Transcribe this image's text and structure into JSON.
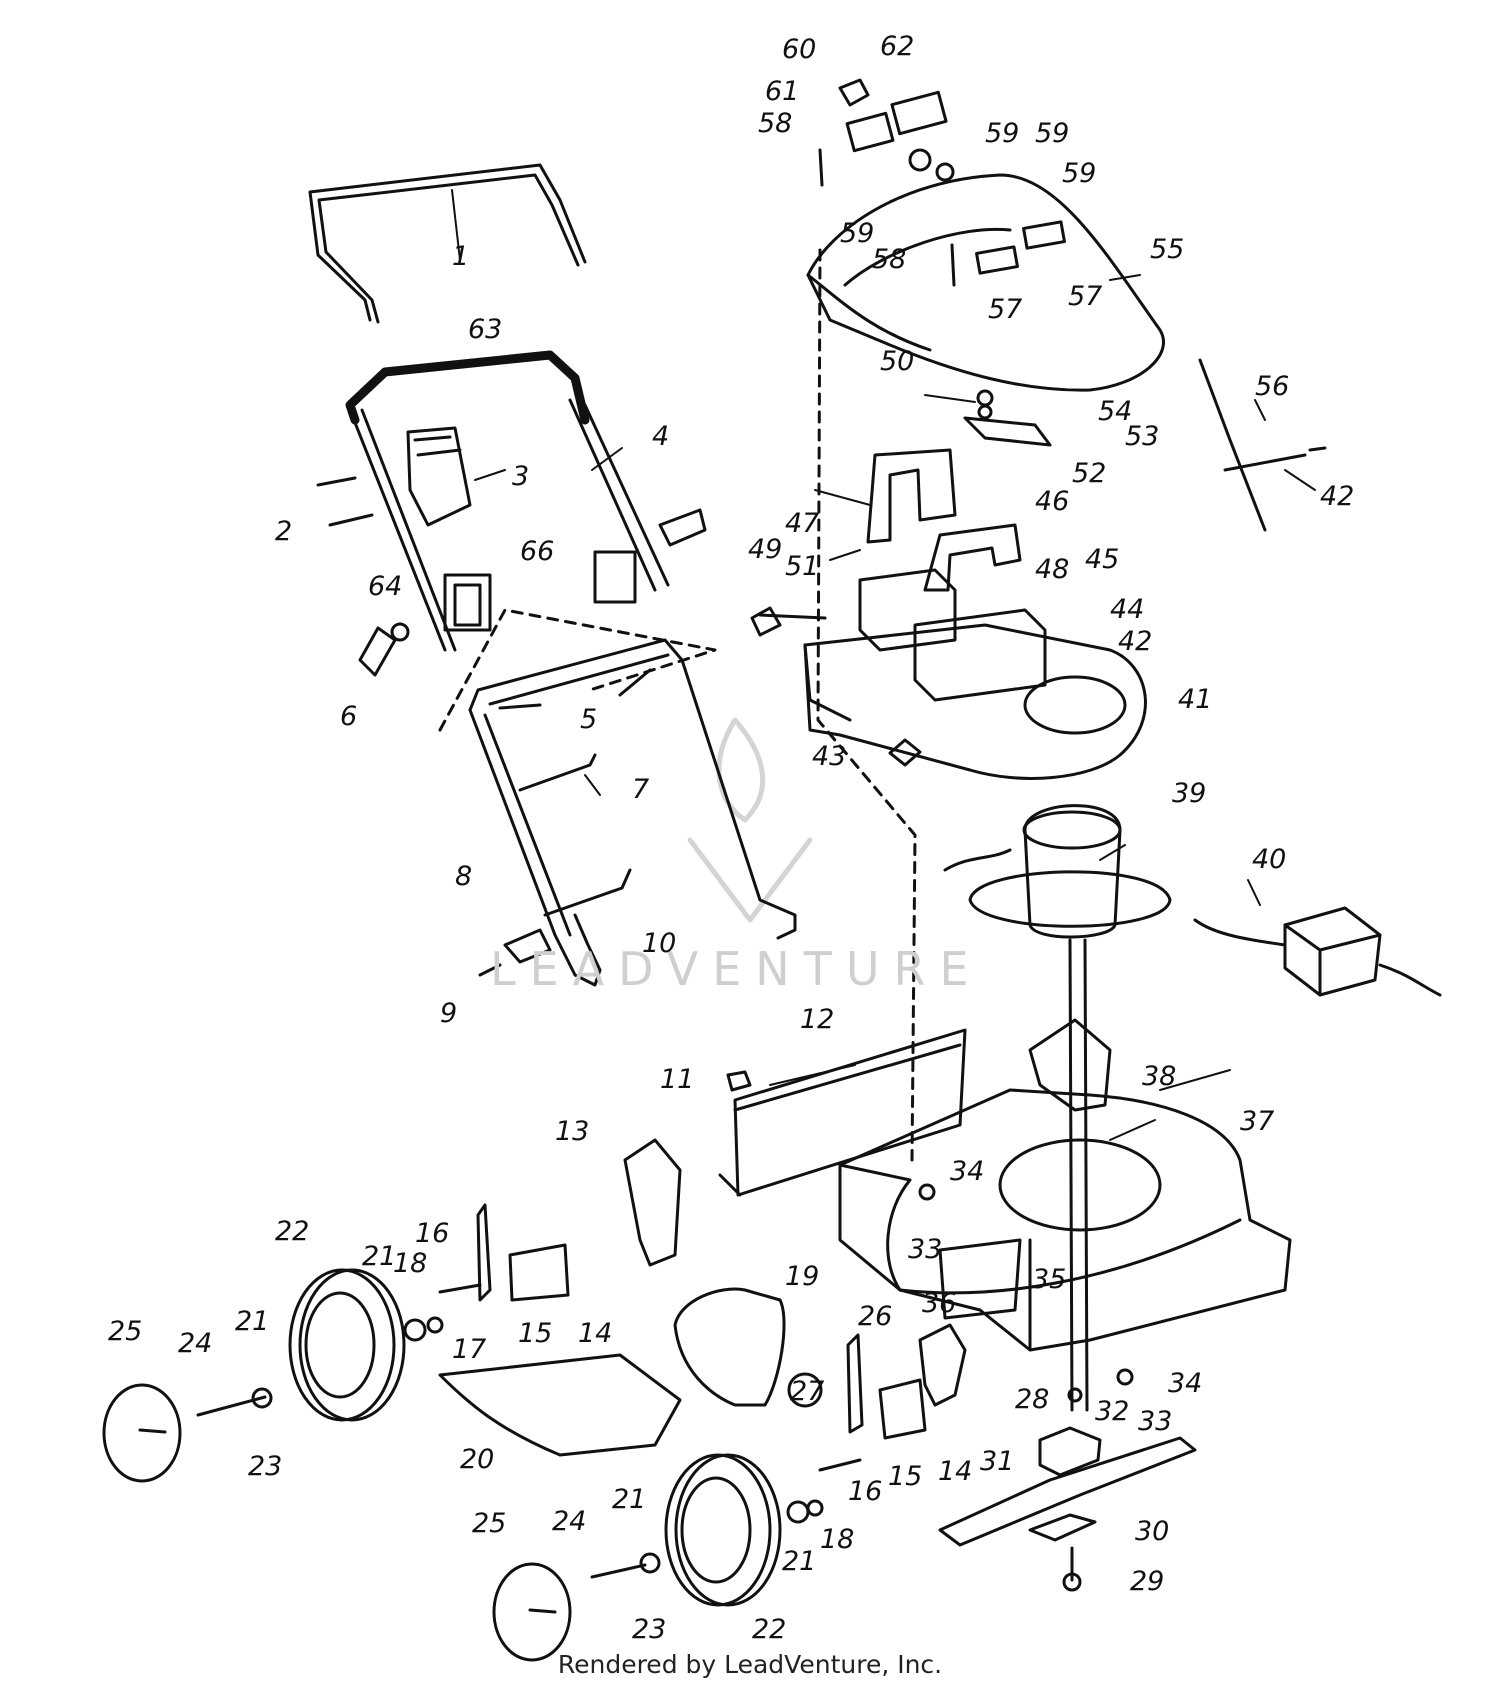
{
  "footer": "Rendered by LeadVenture, Inc.",
  "watermark": "LEADVENTURE",
  "callouts": [
    {
      "id": "1",
      "text": "1"
    },
    {
      "id": "2",
      "text": "2"
    },
    {
      "id": "3",
      "text": "3"
    },
    {
      "id": "4",
      "text": "4"
    },
    {
      "id": "5",
      "text": "5"
    },
    {
      "id": "6",
      "text": "6"
    },
    {
      "id": "7",
      "text": "7"
    },
    {
      "id": "8",
      "text": "8"
    },
    {
      "id": "9",
      "text": "9"
    },
    {
      "id": "10",
      "text": "10"
    },
    {
      "id": "11",
      "text": "11"
    },
    {
      "id": "12",
      "text": "12"
    },
    {
      "id": "13",
      "text": "13"
    },
    {
      "id": "14a",
      "text": "14"
    },
    {
      "id": "14b",
      "text": "14"
    },
    {
      "id": "15a",
      "text": "15"
    },
    {
      "id": "15b",
      "text": "15"
    },
    {
      "id": "16a",
      "text": "16"
    },
    {
      "id": "16b",
      "text": "16"
    },
    {
      "id": "17",
      "text": "17"
    },
    {
      "id": "18a",
      "text": "18"
    },
    {
      "id": "18b",
      "text": "18"
    },
    {
      "id": "19",
      "text": "19"
    },
    {
      "id": "20",
      "text": "20"
    },
    {
      "id": "21a",
      "text": "21"
    },
    {
      "id": "21b",
      "text": "21"
    },
    {
      "id": "21c",
      "text": "21"
    },
    {
      "id": "21d",
      "text": "21"
    },
    {
      "id": "22a",
      "text": "22"
    },
    {
      "id": "22b",
      "text": "22"
    },
    {
      "id": "23a",
      "text": "23"
    },
    {
      "id": "23b",
      "text": "23"
    },
    {
      "id": "24a",
      "text": "24"
    },
    {
      "id": "24b",
      "text": "24"
    },
    {
      "id": "25a",
      "text": "25"
    },
    {
      "id": "25b",
      "text": "25"
    },
    {
      "id": "26",
      "text": "26"
    },
    {
      "id": "27",
      "text": "27"
    },
    {
      "id": "28",
      "text": "28"
    },
    {
      "id": "29",
      "text": "29"
    },
    {
      "id": "30",
      "text": "30"
    },
    {
      "id": "31",
      "text": "31"
    },
    {
      "id": "32",
      "text": "32"
    },
    {
      "id": "33a",
      "text": "33"
    },
    {
      "id": "33b",
      "text": "33"
    },
    {
      "id": "34a",
      "text": "34"
    },
    {
      "id": "34b",
      "text": "34"
    },
    {
      "id": "35",
      "text": "35"
    },
    {
      "id": "36",
      "text": "36"
    },
    {
      "id": "37",
      "text": "37"
    },
    {
      "id": "38",
      "text": "38"
    },
    {
      "id": "39",
      "text": "39"
    },
    {
      "id": "40",
      "text": "40"
    },
    {
      "id": "41",
      "text": "41"
    },
    {
      "id": "42a",
      "text": "42"
    },
    {
      "id": "42b",
      "text": "42"
    },
    {
      "id": "43",
      "text": "43"
    },
    {
      "id": "44",
      "text": "44"
    },
    {
      "id": "45",
      "text": "45"
    },
    {
      "id": "46",
      "text": "46"
    },
    {
      "id": "47",
      "text": "47"
    },
    {
      "id": "48",
      "text": "48"
    },
    {
      "id": "49",
      "text": "49"
    },
    {
      "id": "50",
      "text": "50"
    },
    {
      "id": "51",
      "text": "51"
    },
    {
      "id": "52",
      "text": "52"
    },
    {
      "id": "53",
      "text": "53"
    },
    {
      "id": "54",
      "text": "54"
    },
    {
      "id": "55",
      "text": "55"
    },
    {
      "id": "56",
      "text": "56"
    },
    {
      "id": "57a",
      "text": "57"
    },
    {
      "id": "57b",
      "text": "57"
    },
    {
      "id": "58a",
      "text": "58"
    },
    {
      "id": "58b",
      "text": "58"
    },
    {
      "id": "59a",
      "text": "59"
    },
    {
      "id": "59b",
      "text": "59"
    },
    {
      "id": "59c",
      "text": "59"
    },
    {
      "id": "59d",
      "text": "59"
    },
    {
      "id": "60",
      "text": "60"
    },
    {
      "id": "61",
      "text": "61"
    },
    {
      "id": "62",
      "text": "62"
    },
    {
      "id": "63",
      "text": "63"
    },
    {
      "id": "64",
      "text": "64"
    },
    {
      "id": "66",
      "text": "66"
    }
  ]
}
